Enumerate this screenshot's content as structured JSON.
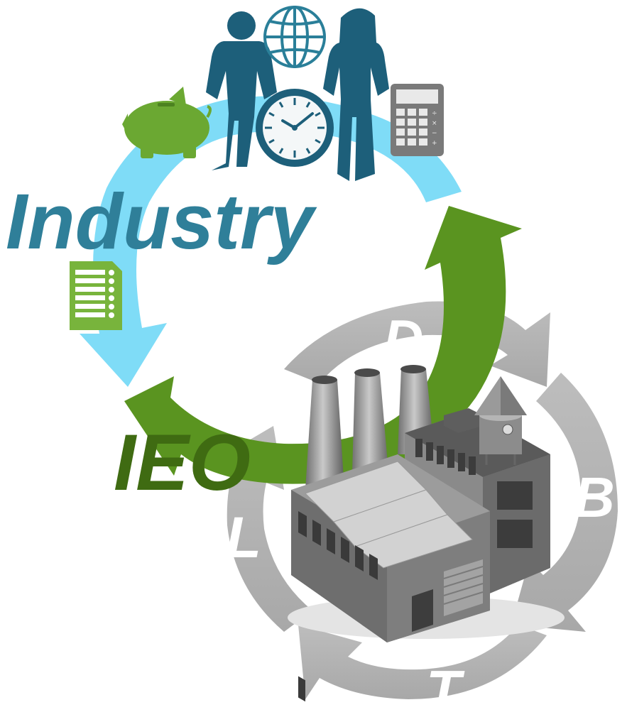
{
  "labels": {
    "industry": "Industry",
    "ieo": "IEO",
    "d": "D",
    "b": "B",
    "t": "T",
    "l": "L"
  },
  "colors": {
    "industry_text": "#2f7f99",
    "blue_arrow": "#7fdcf7",
    "green_arrow": "#5a9420",
    "ieo_text": "#3f6b12",
    "gray_ring": "#b0b0b0",
    "people": "#1d5f7a",
    "piggy": "#6ba832",
    "checklist": "#78b43c",
    "calculator": "#7a7a7a"
  },
  "icons": [
    "man-icon",
    "woman-icon",
    "globe-icon",
    "clock-icon",
    "piggy-bank-icon",
    "calculator-icon",
    "checklist-icon",
    "factory-icon"
  ]
}
